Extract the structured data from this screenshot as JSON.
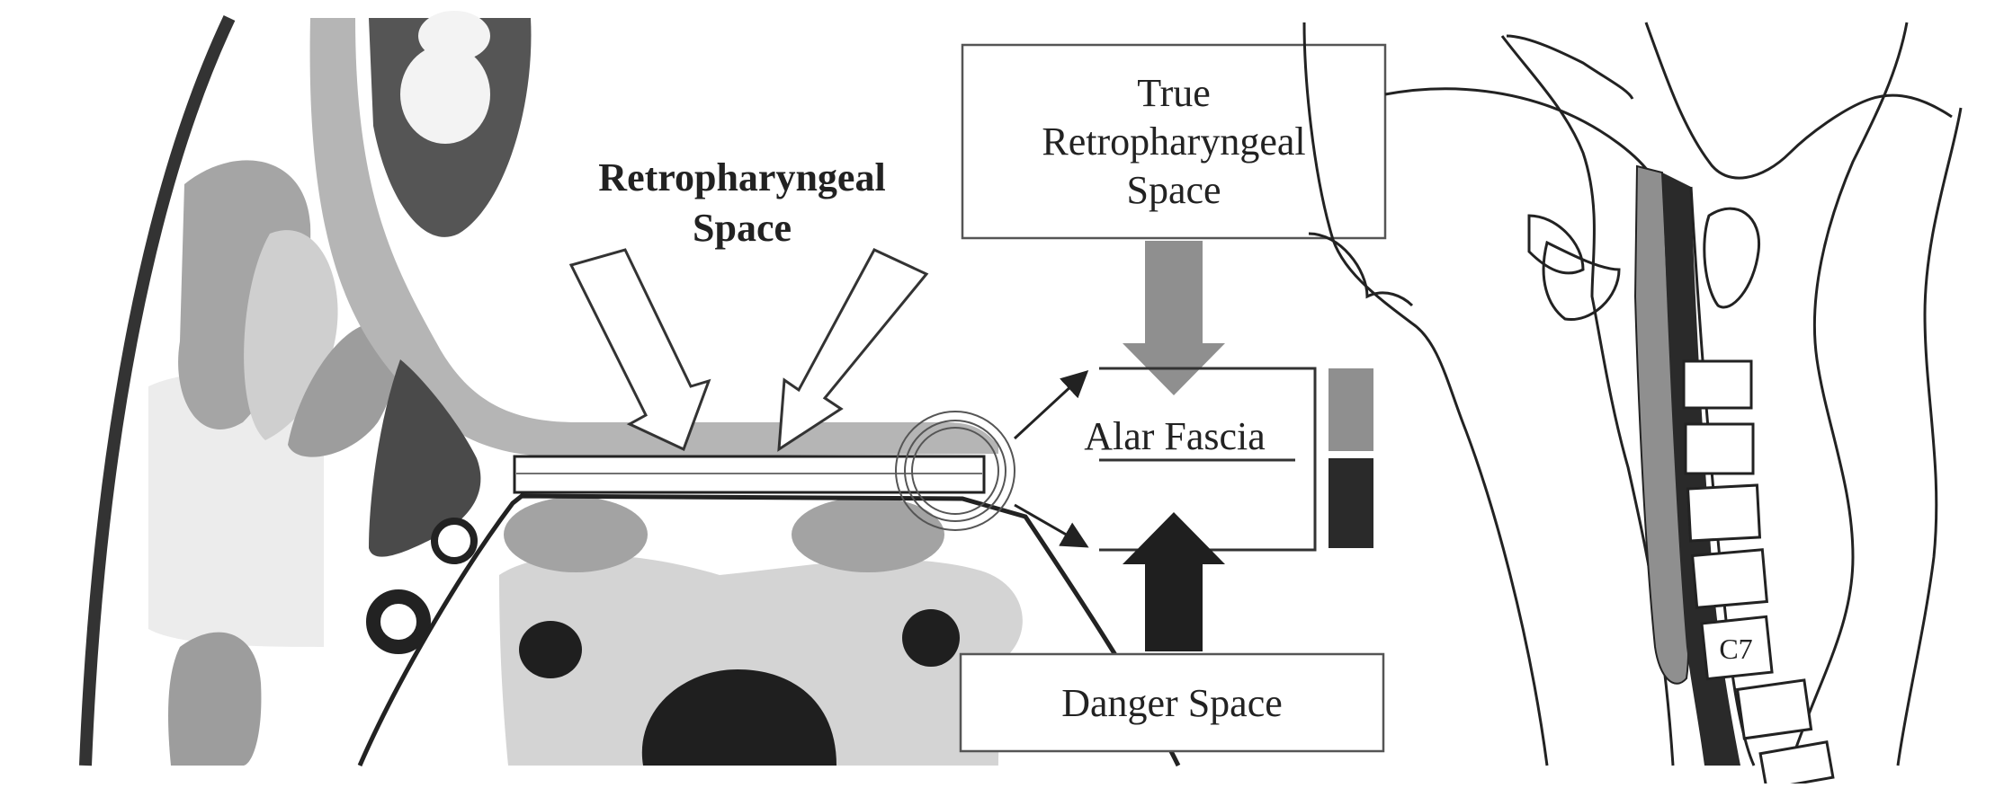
{
  "labels": {
    "retropharyngeal_line1": "Retropharyngeal",
    "retropharyngeal_line2": "Space",
    "true_rps_line1": "True",
    "true_rps_line2": "Retropharyngeal",
    "true_rps_line3": "Space",
    "alar_fascia": "Alar Fascia",
    "danger_space": "Danger Space",
    "vertebra": "C7"
  },
  "colors": {
    "true_retropharyngeal": "#8f8f8f",
    "danger_space": "#2a2a2a",
    "outline": "#222222",
    "muscle": "#a9a9a9",
    "soft_tissue": "#d9d9d9"
  }
}
